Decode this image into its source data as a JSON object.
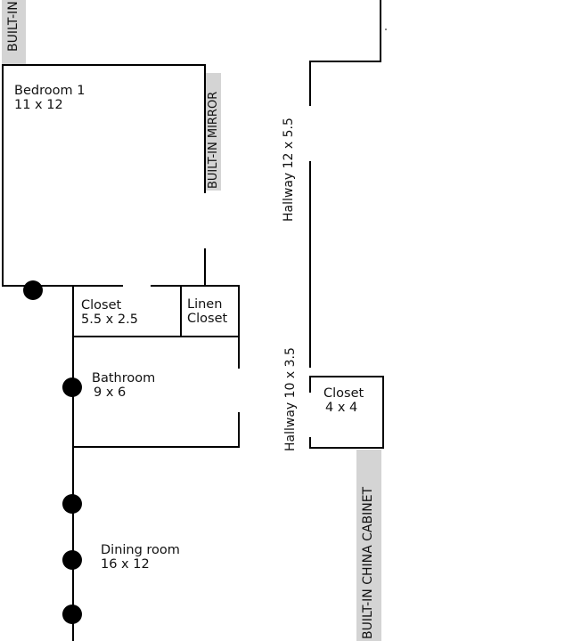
{
  "rooms": {
    "bedroom1": {
      "name": "Bedroom 1",
      "size": "11 x 12"
    },
    "closet_a": {
      "name": "Closet",
      "size": "5.5 x 2.5"
    },
    "linen": {
      "name": "Linen",
      "size": "Closet"
    },
    "bathroom": {
      "name": "Bathroom",
      "size": "9 x 6"
    },
    "dining": {
      "name": "Dining room",
      "size": "16 x 12"
    },
    "closet_b": {
      "name": "Closet",
      "size": "4 x 4"
    }
  },
  "labels": {
    "built_in_top": "BUILT-IN",
    "built_in_mirror": "BUILT-IN MIRROR",
    "hallway_upper": "Hallway 12 x 5.5",
    "hallway_lower": "Hallway   10 x 3.5",
    "china_cabinet": "BUILT-IN CHINA CABINET"
  },
  "colors": {
    "wall": "#000000",
    "built_in_fill": "#d4d4d4"
  }
}
